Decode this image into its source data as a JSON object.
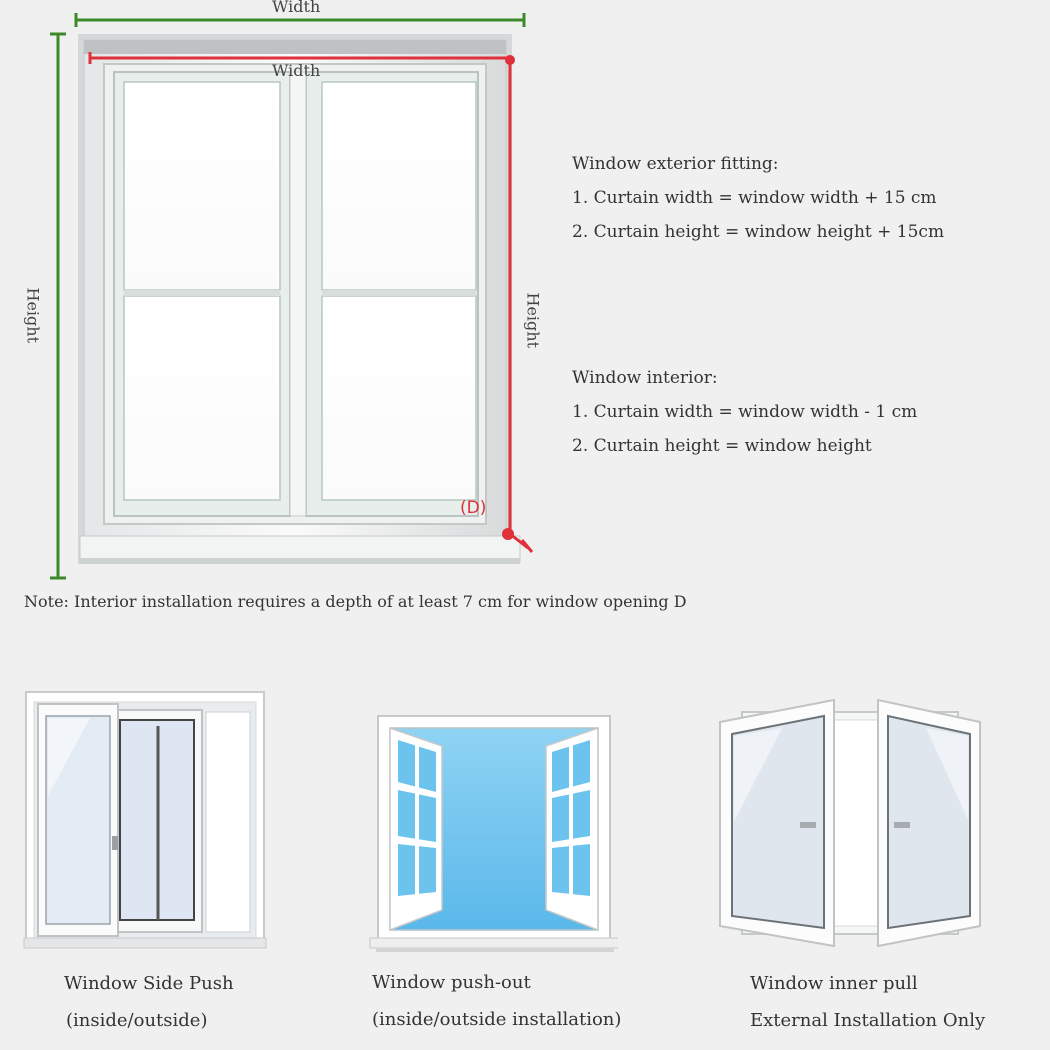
{
  "diagram": {
    "outer_width_label": "Width",
    "inner_width_label": "Width",
    "left_height_label": "Height",
    "right_height_label": "Height",
    "depth_marker": "(D)"
  },
  "rules": {
    "exterior": {
      "title": "Window exterior fitting:",
      "items": [
        "1. Curtain width = window width + 15 cm",
        "2. Curtain height = window height + 15cm"
      ]
    },
    "interior": {
      "title": "Window interior:",
      "items": [
        "1. Curtain width = window width - 1 cm",
        "2. Curtain height = window height"
      ]
    }
  },
  "note": "Note: Interior installation requires a depth of at least 7 cm for window opening D",
  "window_types": [
    {
      "line1": "Window Side Push",
      "line2": "(inside/outside)"
    },
    {
      "line1": "Window push-out",
      "line2": "(inside/outside installation)"
    },
    {
      "line1": "Window inner pull",
      "line2": "External Installation Only"
    }
  ],
  "colors": {
    "outer_dimension": "#3a8a2a",
    "inner_dimension": "#e0303a",
    "sky": "#6cc4ee"
  }
}
